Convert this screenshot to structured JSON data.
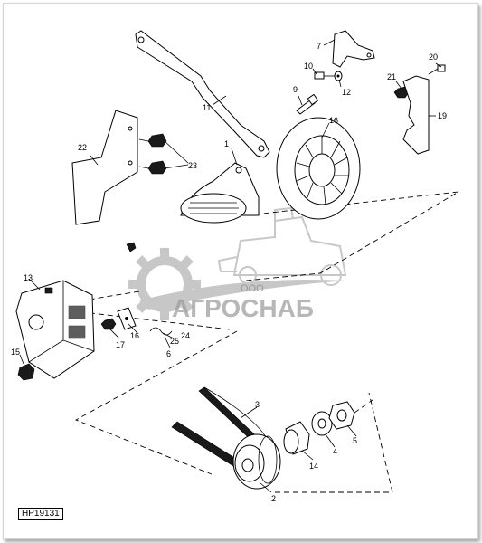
{
  "figure_code": "HP19131",
  "watermark": {
    "company_prefix": "ООО",
    "company_name": "АГРОСНАБ"
  },
  "callouts": [
    {
      "id": "1",
      "text": "1"
    },
    {
      "id": "2",
      "text": "2"
    },
    {
      "id": "3",
      "text": "3"
    },
    {
      "id": "4",
      "text": "4"
    },
    {
      "id": "5",
      "text": "5"
    },
    {
      "id": "6",
      "text": "6"
    },
    {
      "id": "7",
      "text": "7"
    },
    {
      "id": "9",
      "text": "9"
    },
    {
      "id": "10",
      "text": "10"
    },
    {
      "id": "11",
      "text": "11"
    },
    {
      "id": "12",
      "text": "12"
    },
    {
      "id": "13",
      "text": "13"
    },
    {
      "id": "14",
      "text": "14"
    },
    {
      "id": "15",
      "text": "15"
    },
    {
      "id": "16",
      "text": "16"
    },
    {
      "id": "16b",
      "text": "16"
    },
    {
      "id": "17",
      "text": "17"
    },
    {
      "id": "19",
      "text": "19"
    },
    {
      "id": "20",
      "text": "20"
    },
    {
      "id": "21",
      "text": "21"
    },
    {
      "id": "22",
      "text": "22"
    },
    {
      "id": "23",
      "text": "23"
    },
    {
      "id": "24",
      "text": "24"
    },
    {
      "id": "25",
      "text": "25"
    }
  ]
}
